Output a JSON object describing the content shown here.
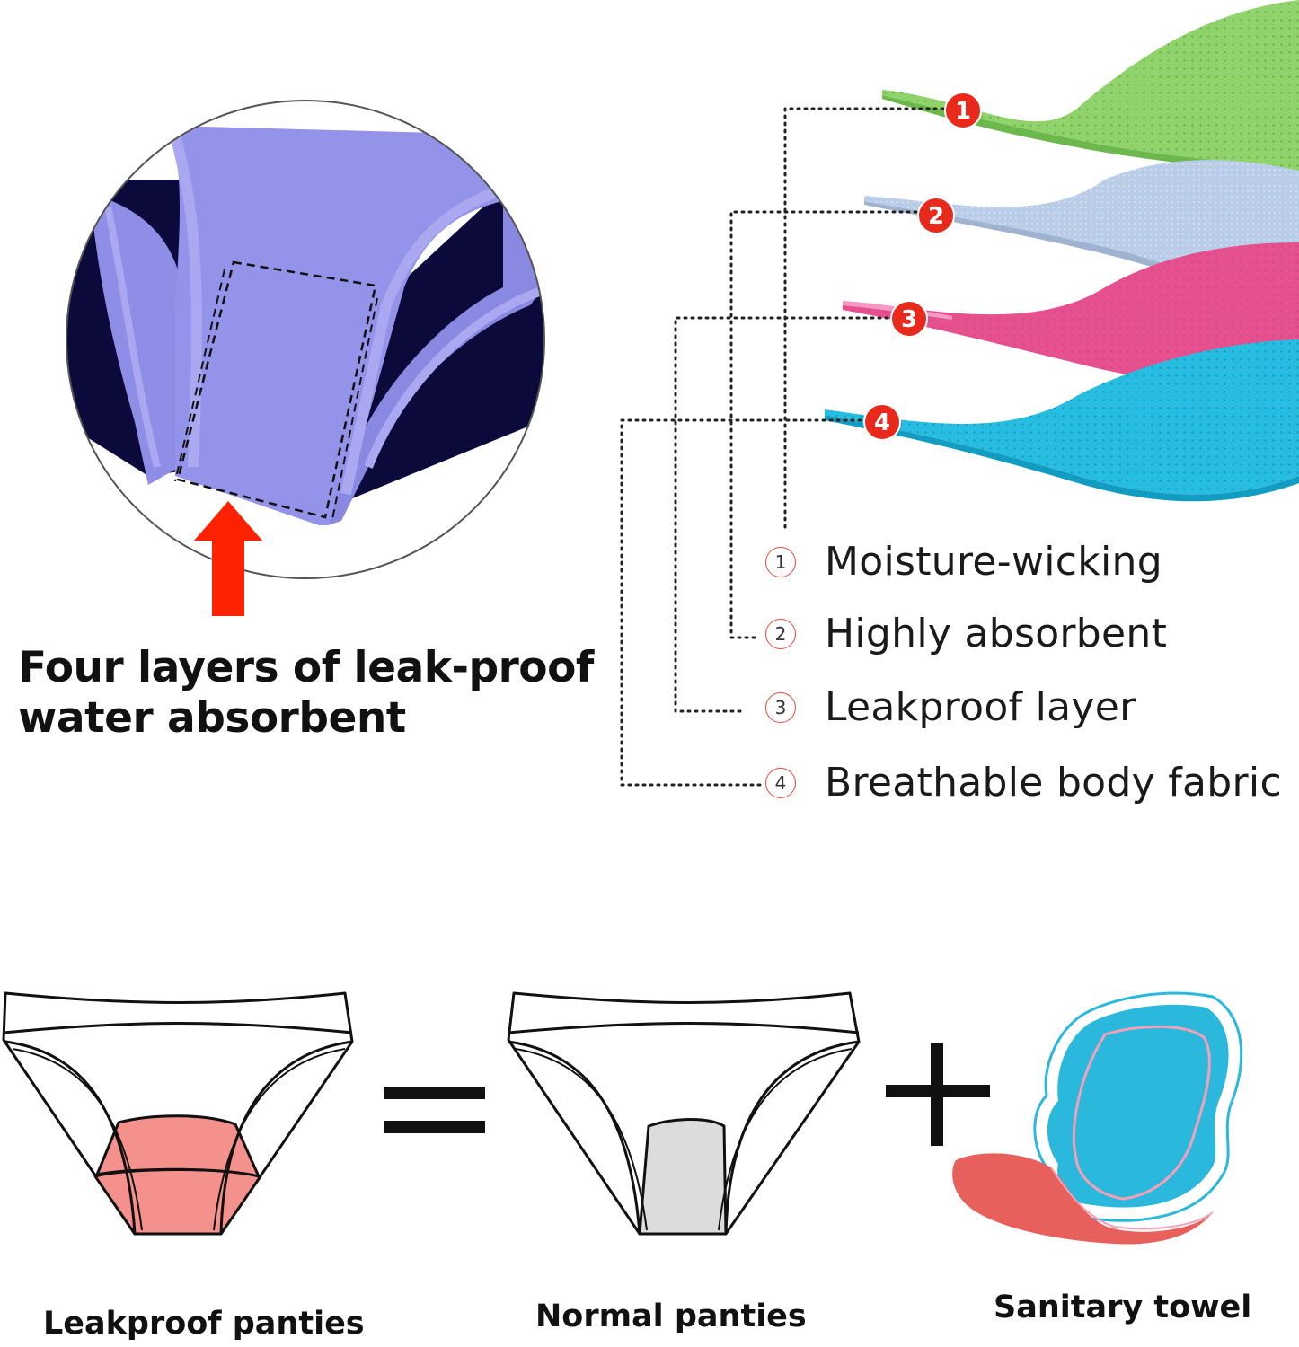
{
  "headline": {
    "line1": "Four layers of leak-proof",
    "line2": "water absorbent"
  },
  "layers": [
    {
      "number": "1",
      "label": "Moisture-wicking",
      "color": "#8fd46a"
    },
    {
      "number": "2",
      "label": "Highly absorbent",
      "color": "#b9cde8"
    },
    {
      "number": "3",
      "label": "Leakproof layer",
      "color": "#e6508f"
    },
    {
      "number": "4",
      "label": "Breathable body fabric",
      "color": "#26bde0"
    }
  ],
  "legend_marks": [
    "1",
    "2",
    "3",
    "4"
  ],
  "comparison": {
    "left_label": "Leakproof panties",
    "equals": "=",
    "middle_label": "Normal panties",
    "plus": "+",
    "right_label": "Sanitary towel"
  },
  "colors": {
    "badge": "#e82a1c",
    "arrow": "#ff2200",
    "panty_fabric": "#8f8ee6",
    "panty_dark": "#0b0a3a",
    "leakproof_gusset": "#f4918c",
    "normal_gusset": "#dcdcdc",
    "towel_blue": "#2ab8dd",
    "towel_red": "#e8605c"
  },
  "icons": [
    "up-arrow-icon",
    "equals-icon",
    "plus-icon"
  ]
}
